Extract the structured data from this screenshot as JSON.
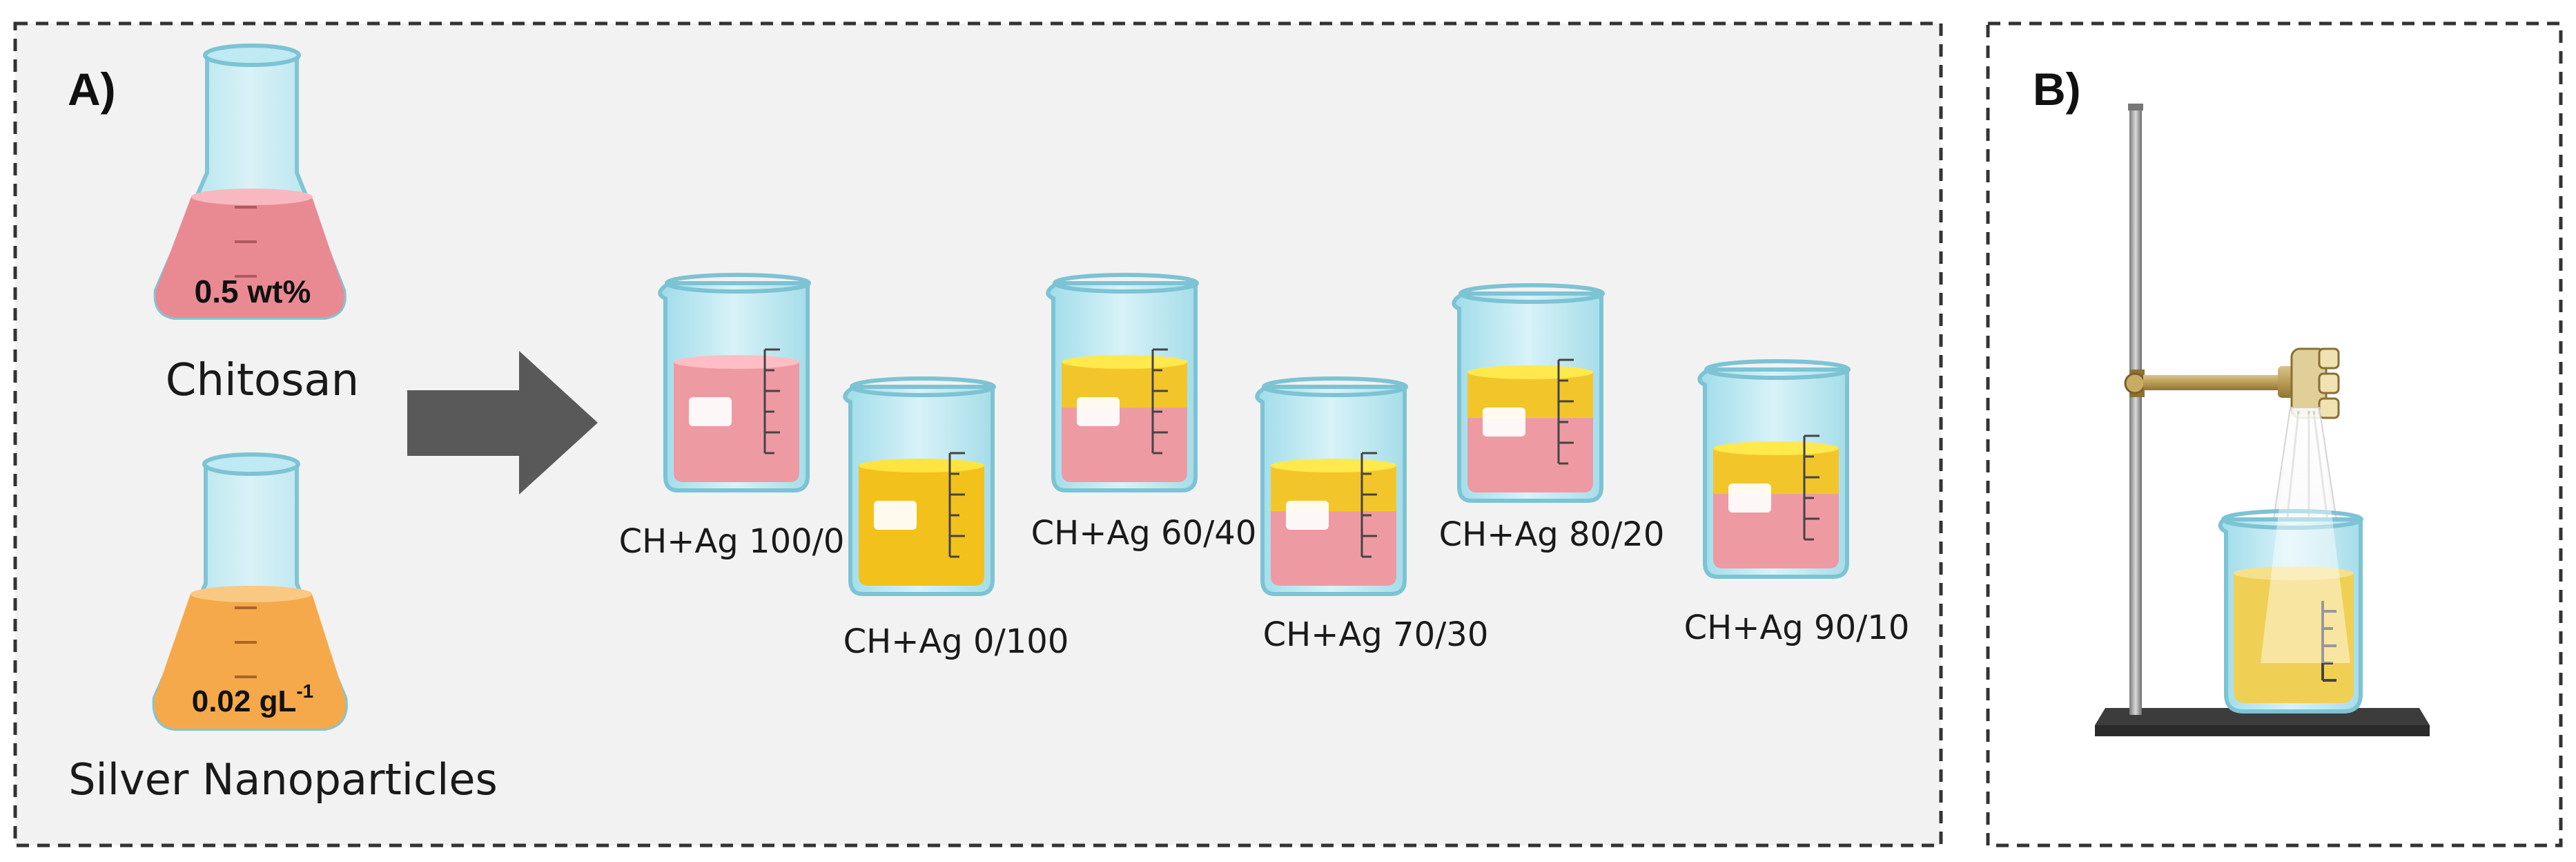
{
  "panel_a": {
    "letter": "A)",
    "chitosan": {
      "name": "Chitosan",
      "concentration": "0.5 wt%",
      "liquid_color": "#e98a92"
    },
    "silver": {
      "name": "Silver Nanoparticles",
      "concentration_base": "0.02 gL",
      "concentration_sup": "-1",
      "liquid_color": "#f6a94a"
    },
    "beakers": [
      {
        "label": "CH+Ag 100/0",
        "colors": [
          "#ee9aa3"
        ]
      },
      {
        "label": "CH+Ag 0/100",
        "colors": [
          "#f3c11c"
        ]
      },
      {
        "label": "CH+Ag 60/40",
        "colors": [
          "#f2c62a",
          "#ee9aa3"
        ]
      },
      {
        "label": "CH+Ag 70/30",
        "colors": [
          "#f2c62a",
          "#ee9aa3"
        ]
      },
      {
        "label": "CH+Ag 80/20",
        "colors": [
          "#f2c62a",
          "#ee9aa3"
        ]
      },
      {
        "label": "CH+Ag 90/10",
        "colors": [
          "#f2c62a",
          "#ee9aa3"
        ]
      }
    ]
  },
  "panel_b": {
    "letter": "B)",
    "liquid_color": "#f0cf55"
  }
}
